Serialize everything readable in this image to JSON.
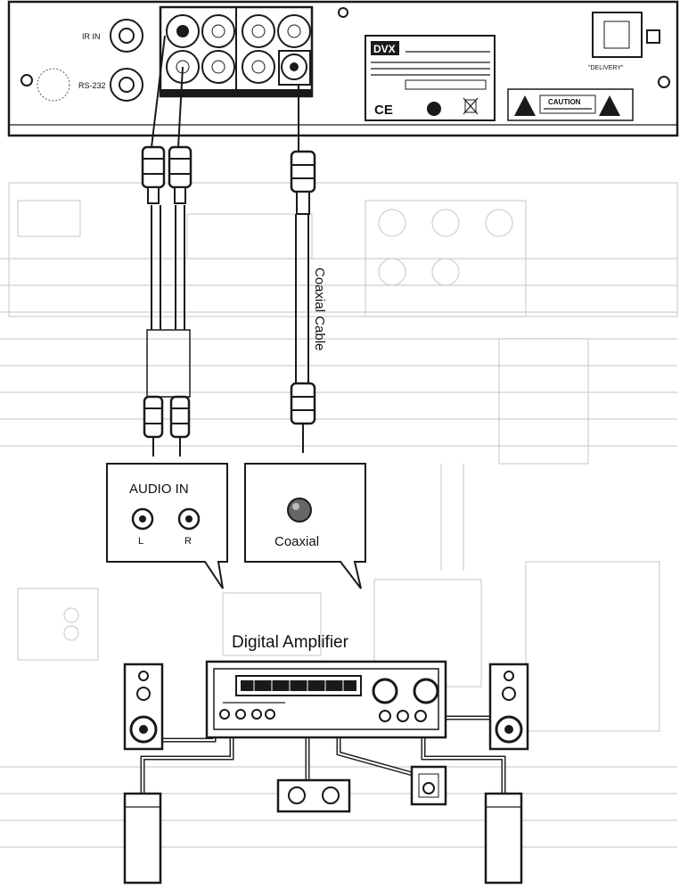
{
  "player_panel": {
    "brand_logo": "DVX",
    "ce_mark": "CE",
    "caution_label": "CAUTION",
    "port_label_ir": "IR IN",
    "port_label_rs232": "RS-232",
    "antenna_label": "\"DELIVERY\"",
    "icons": [
      "rca-jack-icon",
      "coaxial-jack-icon",
      "warning-triangle-icon",
      "recycle-bin-icon"
    ]
  },
  "cables": {
    "coaxial_label": "Coaxial Cable"
  },
  "callouts": {
    "audio_in_title": "AUDIO IN",
    "left_jack_label": "L",
    "right_jack_label": "R",
    "coaxial_title": "Coaxial"
  },
  "amplifier": {
    "title": "Digital Amplifier",
    "icons": [
      "speaker-icon",
      "knob-icon",
      "subwoofer-icon"
    ]
  }
}
